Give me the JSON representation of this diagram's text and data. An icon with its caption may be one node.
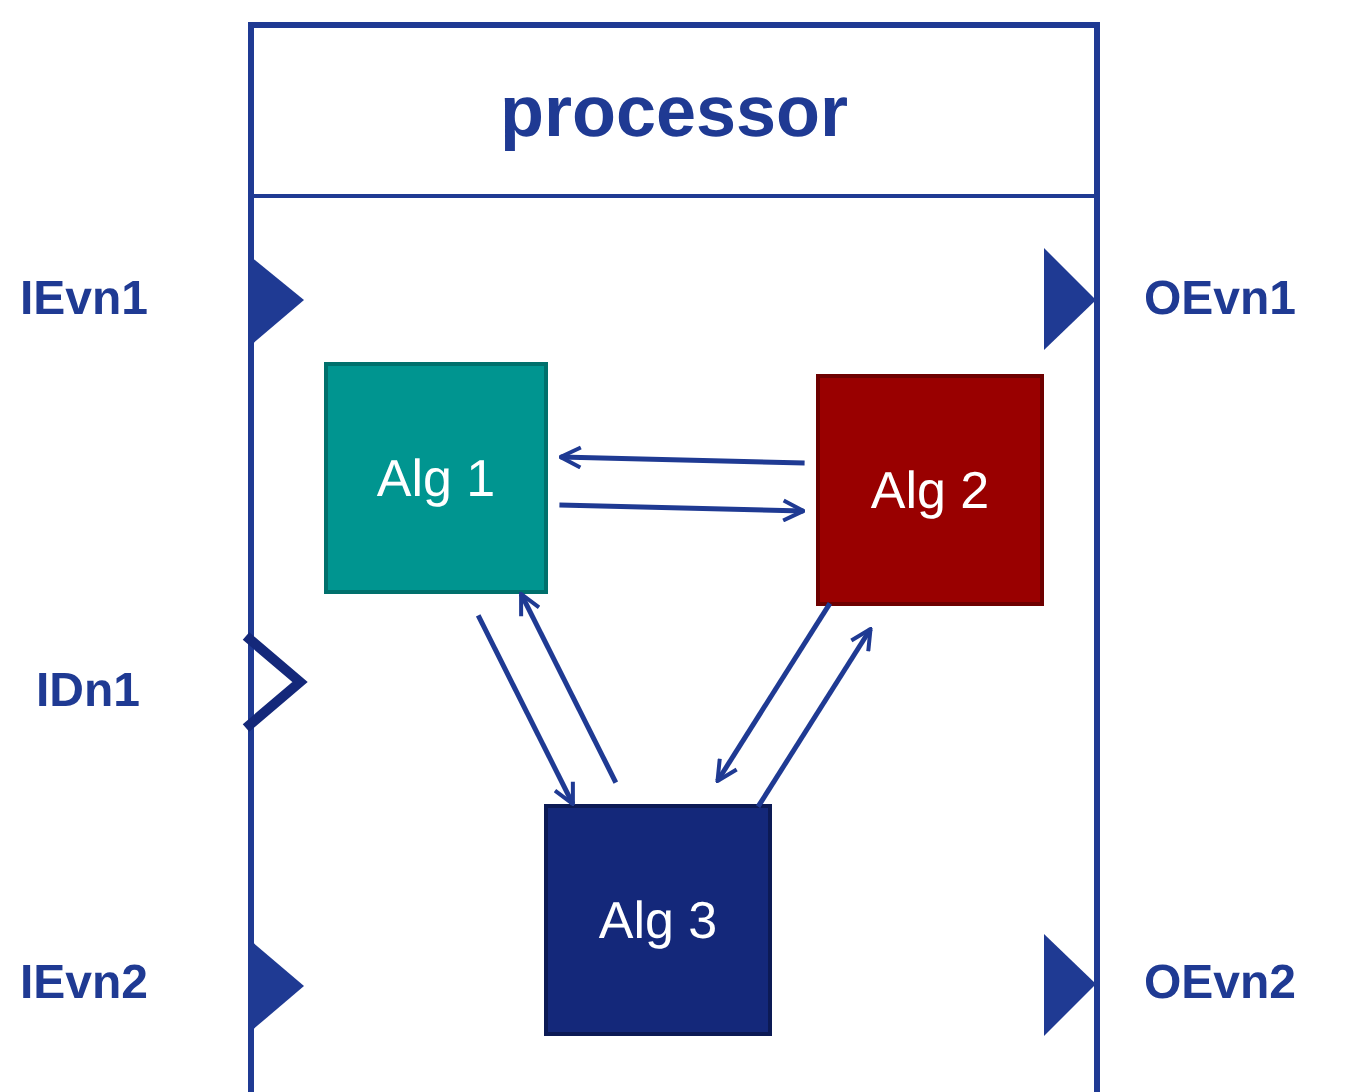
{
  "diagram": {
    "nodes": [
      {
        "text": [
          "processor"
        ]
      },
      {
        "text": [
          "Alg 1"
        ],
        "in": 0
      },
      {
        "text": [
          "Alg 2"
        ],
        "in": 0
      },
      {
        "text": [
          "Alg 3"
        ],
        "in": 0
      }
    ],
    "edges": [
      {
        "from": 1,
        "to": 2,
        "arrow": "to"
      },
      {
        "from": 2,
        "to": 1,
        "arrow": "to"
      },
      {
        "from": 1,
        "to": 3,
        "arrow": "to"
      },
      {
        "from": 3,
        "to": 1,
        "arrow": "to"
      },
      {
        "from": 2,
        "to": 3,
        "arrow": "to"
      },
      {
        "from": 3,
        "to": 2,
        "arrow": "to"
      }
    ],
    "labels": [
      "IEvn1",
      "OEvn1",
      "IDn1",
      "IEvn2",
      "OEvn2"
    ]
  }
}
